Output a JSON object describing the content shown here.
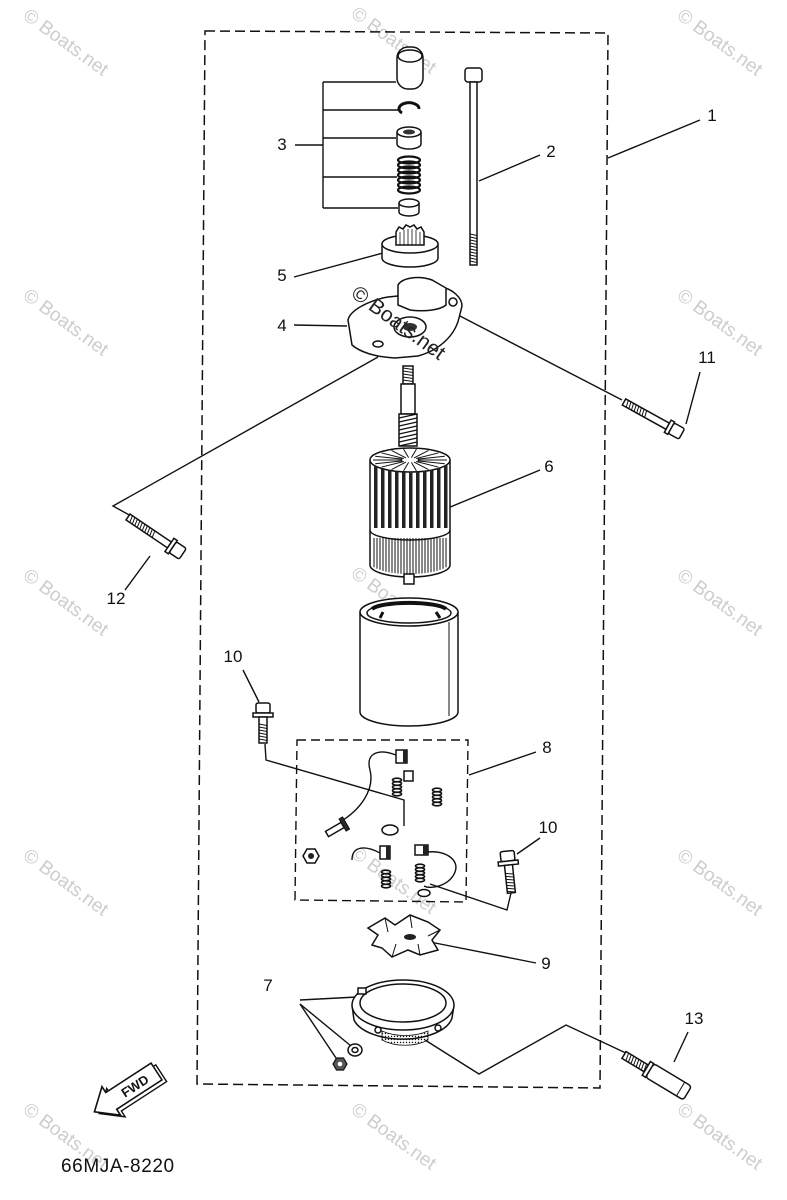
{
  "diagram_code": "66MJA-8220",
  "fwd_label": "FWD",
  "watermark": "© Boats.net",
  "callouts": [
    "1",
    "2",
    "3",
    "4",
    "5",
    "6",
    "7",
    "8",
    "9",
    "10",
    "10",
    "11",
    "12",
    "13"
  ]
}
